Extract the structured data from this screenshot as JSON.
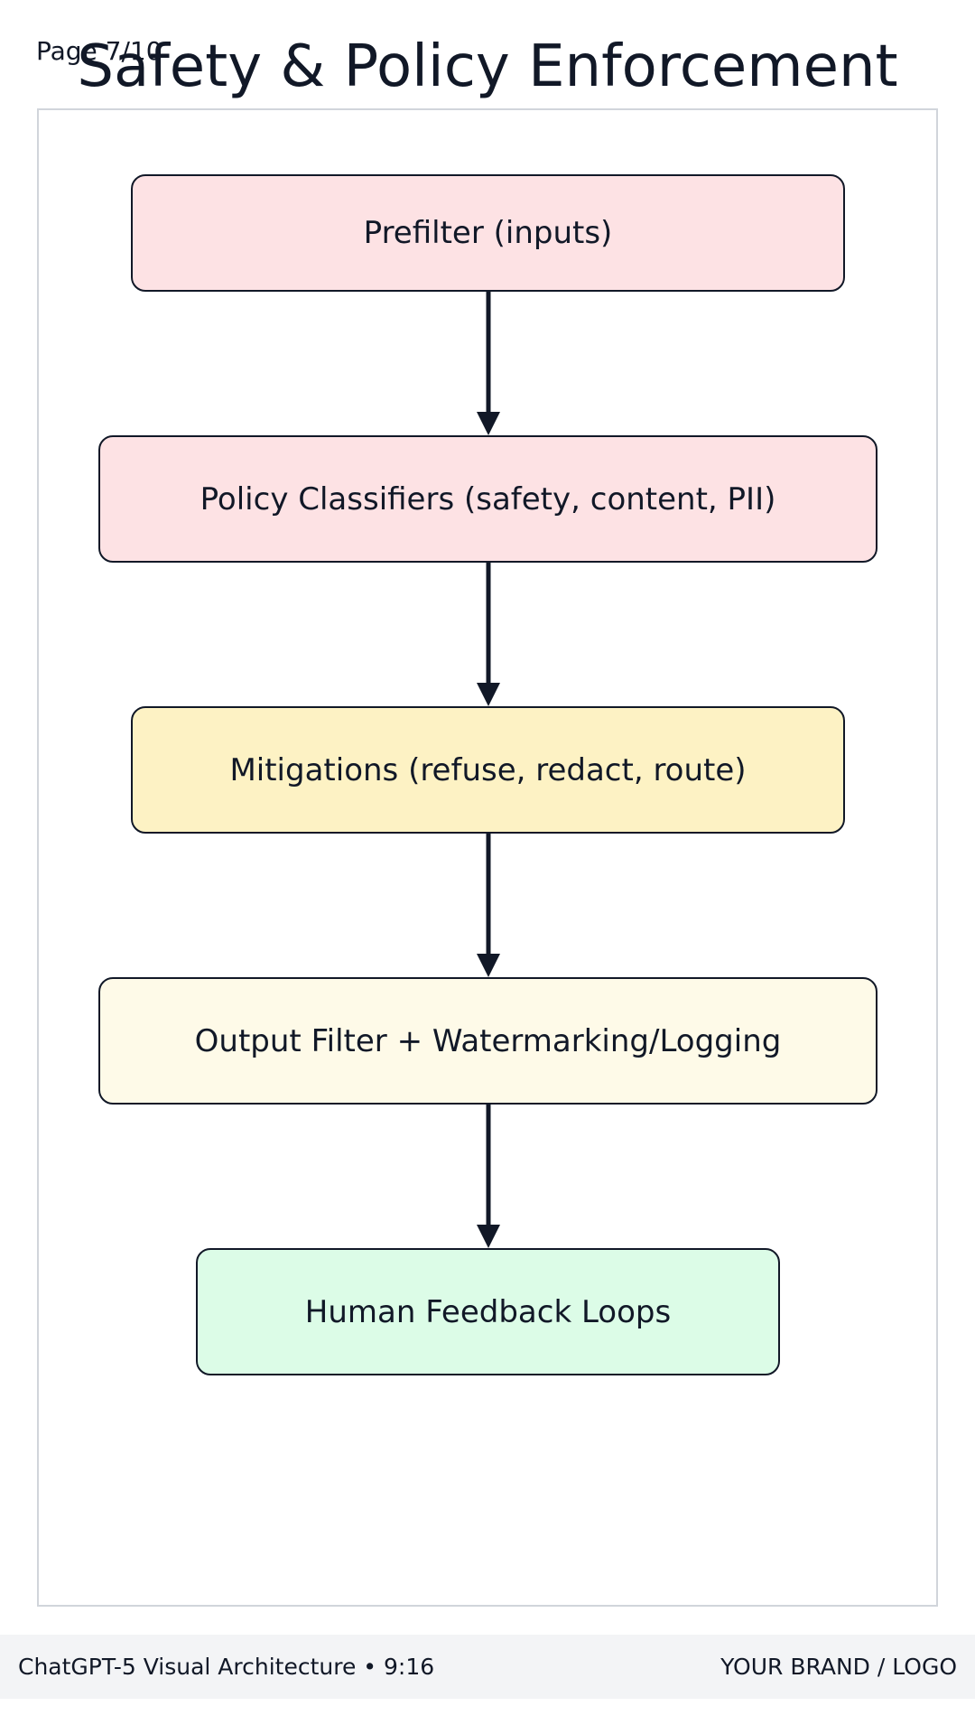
{
  "header": {
    "page_indicator": "Page 7/10",
    "title": "Safety & Policy Enforcement"
  },
  "diagram": {
    "nodes": [
      {
        "label": "Prefilter (inputs)",
        "fill": "#fde2e4"
      },
      {
        "label": "Policy Classifiers (safety, content, PII)",
        "fill": "#fde2e4"
      },
      {
        "label": "Mitigations (refuse, redact, route)",
        "fill": "#fdf2c4"
      },
      {
        "label": "Output Filter + Watermarking/Logging",
        "fill": "#fefae8"
      },
      {
        "label": "Human Feedback Loops",
        "fill": "#dcfce7"
      }
    ],
    "stroke_color": "#111827",
    "frame_border_color": "#d1d5db"
  },
  "footer": {
    "left_text": "ChatGPT-5 Visual Architecture • 9:16",
    "right_text": "YOUR BRAND / LOGO",
    "background": "#f3f4f6"
  }
}
